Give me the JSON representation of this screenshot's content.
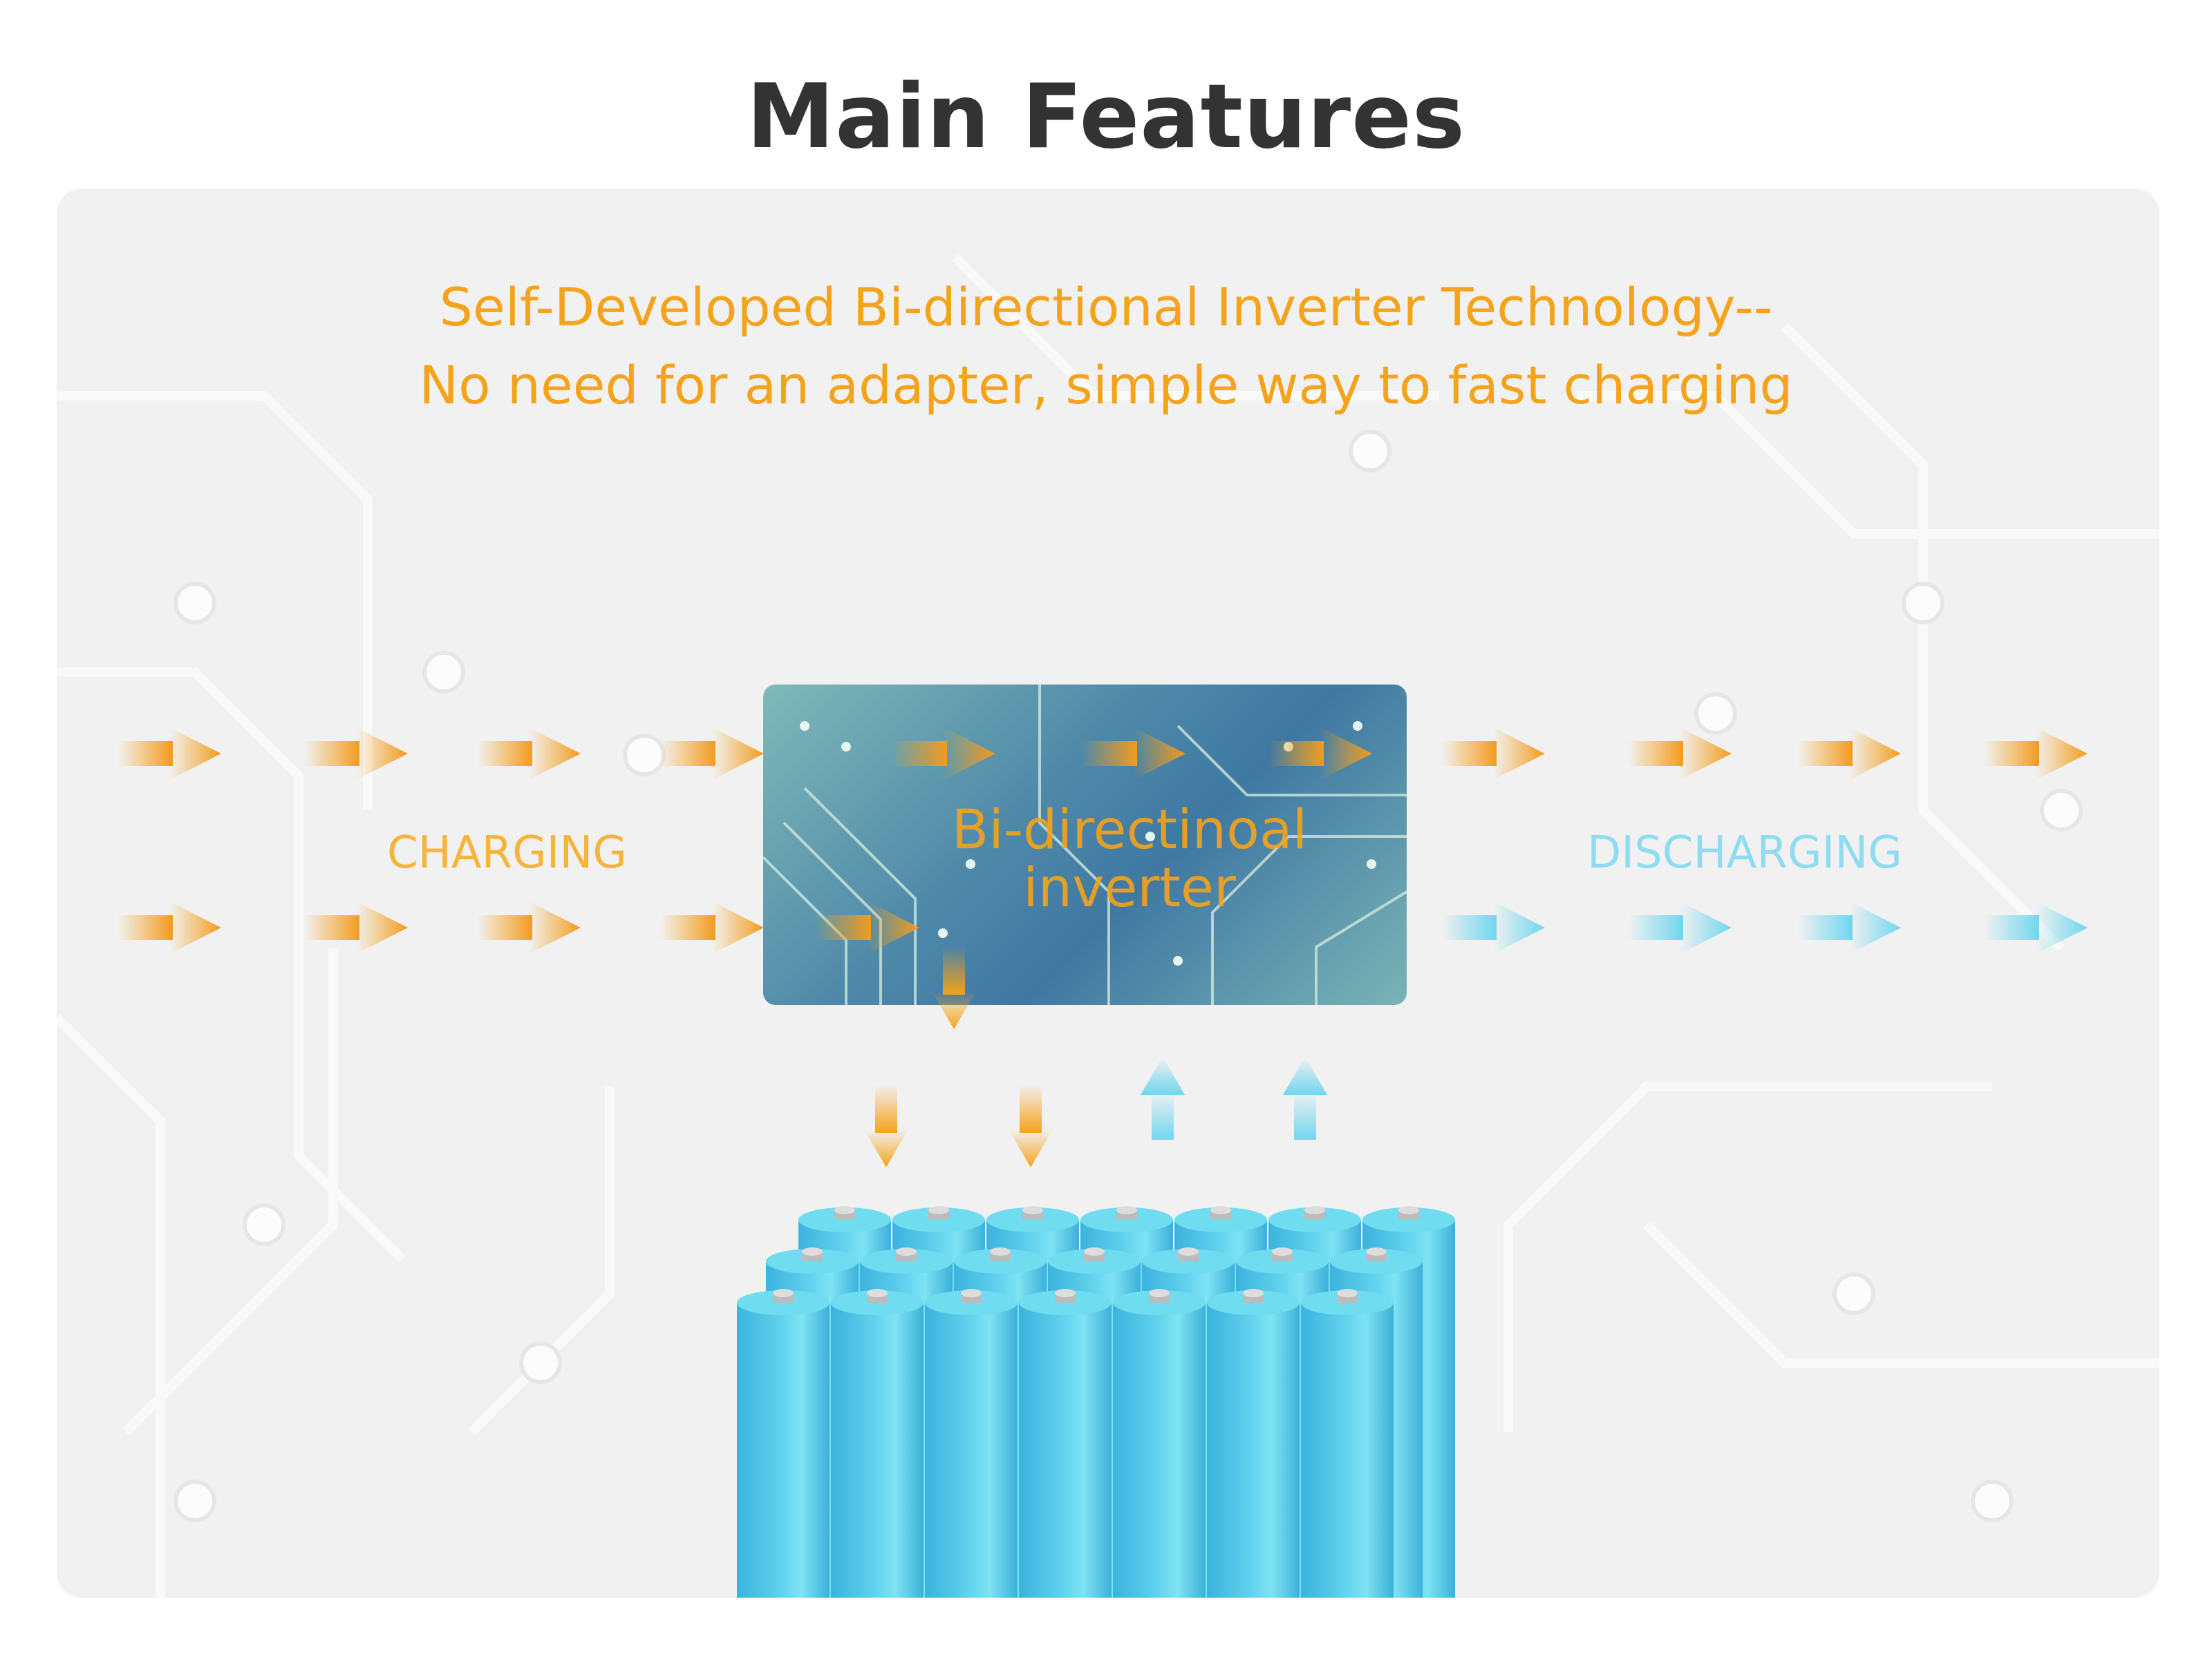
{
  "title": "Main Features",
  "subtitle": {
    "line1": "Self-Developed Bi-directional Inverter Technology--",
    "line2": "No need for an adapter, simple way to fast charging"
  },
  "labels": {
    "charging": "CHARGING",
    "discharging": "DISCHARGING",
    "inverter_line1": "Bi-directinoal",
    "inverter_line2": "inverter"
  },
  "colors": {
    "accent_orange": "#f5a31a",
    "discharge_blue": "#6fd6f0",
    "battery_blue": "#4cc3e3"
  }
}
